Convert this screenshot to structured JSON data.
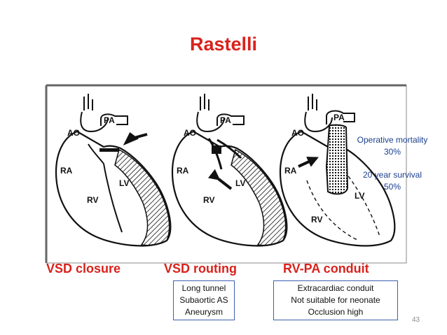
{
  "title": "Rastelli",
  "diagrams": [
    {
      "caption": "VSD closure",
      "labels": {
        "ao": "AO",
        "pa": "PA",
        "ra": "RA",
        "rv": "RV",
        "lv": "LV"
      }
    },
    {
      "caption": "VSD routing",
      "labels": {
        "ao": "AO",
        "pa": "PA",
        "ra": "RA",
        "rv": "RV",
        "lv": "LV"
      }
    },
    {
      "caption": "RV-PA conduit",
      "labels": {
        "ao": "AO",
        "pa": "PA",
        "ra": "RA",
        "rv": "RV",
        "lv": "LV"
      }
    }
  ],
  "outcomes": {
    "mortality_label": "Operative mortality",
    "mortality_value": "30%",
    "survival_label": "20 year survival",
    "survival_value": "50%"
  },
  "notes": {
    "routing": [
      "Long tunnel",
      "Subaortic AS",
      "Aneurysm"
    ],
    "conduit": [
      "Extracardiac conduit",
      "Not suitable for neonate",
      "Occlusion high"
    ]
  },
  "page_number": "43",
  "colors": {
    "title": "#d9221c",
    "stats": "#1a3f8f",
    "box_border": "#3b5fb0"
  }
}
